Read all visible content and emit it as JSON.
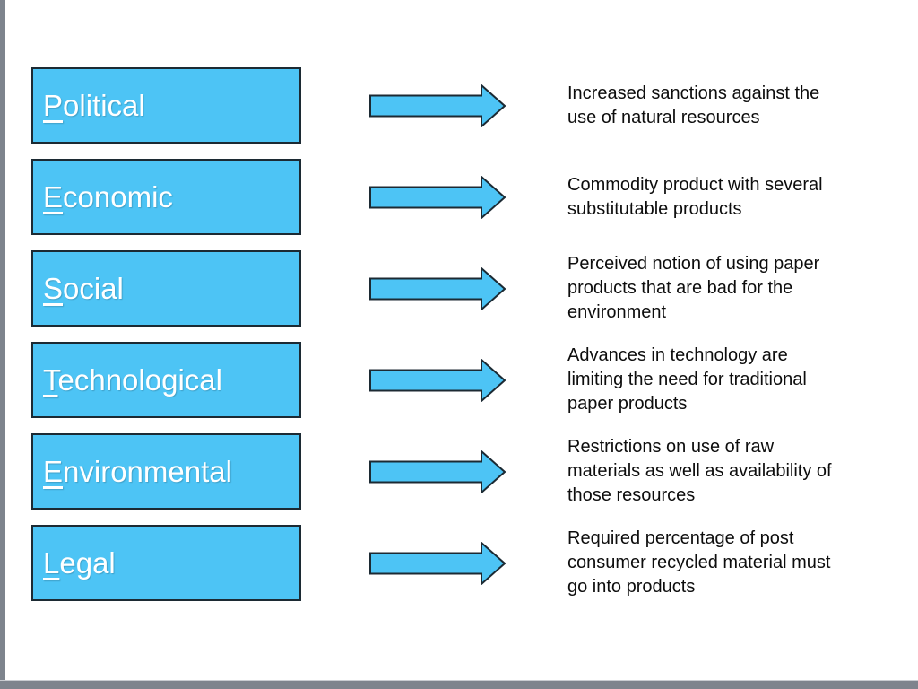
{
  "slide": {
    "background": "#FFFFFF",
    "frame_color": "#7E848D"
  },
  "colors": {
    "box_fill": "#4DC4F5",
    "box_border": "#1C2A33",
    "arrow_fill": "#4DC4F5",
    "arrow_border": "#1C2A33",
    "label_color": "#FFFFFF",
    "description_color": "#0D0D0D"
  },
  "icons": {
    "arrow": "right-arrow-icon"
  },
  "rows": [
    {
      "label": "Political",
      "label_initial": "P",
      "label_rest": "olitical",
      "description_lines": {
        "0": "Increased sanctions against the",
        "1": "use of natural resources"
      }
    },
    {
      "label": "Economic",
      "label_initial": "E",
      "label_rest": "conomic",
      "description_lines": {
        "0": "Commodity product with several",
        "1": "substitutable products"
      }
    },
    {
      "label": "Social",
      "label_initial": "S",
      "label_rest": "ocial",
      "description_lines": {
        "0": "Perceived notion of using paper",
        "1": "products that are bad for the",
        "2": "environment"
      }
    },
    {
      "label": "Technological",
      "label_initial": "T",
      "label_rest": "echnological",
      "description_lines": {
        "0": "Advances in technology are",
        "1": "limiting the need for traditional",
        "2": "paper products"
      }
    },
    {
      "label": "Environmental",
      "label_initial": "E",
      "label_rest": "nvironmental",
      "description_lines": {
        "0": "Restrictions on use of raw",
        "1": "materials as well as availability of",
        "2": "those resources"
      }
    },
    {
      "label": "Legal",
      "label_initial": "L",
      "label_rest": "egal",
      "description_lines": {
        "0": "Required percentage of post",
        "1": "consumer recycled material must",
        "2": "go into products"
      }
    }
  ]
}
